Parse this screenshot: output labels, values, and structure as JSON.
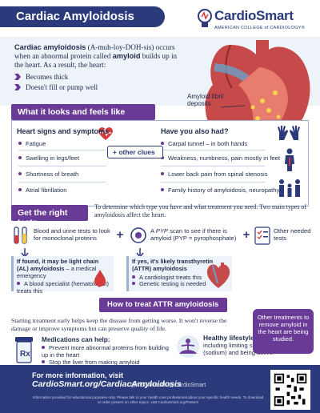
{
  "header": {
    "title": "Cardiac Amyloidosis",
    "brand": "CardioSmart",
    "brand_sub": "AMERICAN COLLEGE of CARDIOLOGY®"
  },
  "intro": {
    "term": "Cardiac amyloidosis",
    "pronunciation": " (A-muh-loy-DOH-sis) occurs when an abnormal protein called ",
    "protein": "amyloid",
    "rest": " builds up in the heart. As a result, the heart:",
    "bullets": [
      "Becomes thick",
      "Doesn't fill or pump well"
    ],
    "heart_label": "Amyloid fibril deposits"
  },
  "section1": {
    "tab": "What it looks and feels like",
    "left_title": "Heart signs and symptoms",
    "left_items": [
      "Fatigue",
      "Swelling in legs/feet",
      "Shortness of breath",
      "Atrial fibrillation"
    ],
    "clues": "+ other clues",
    "right_title": "Have you also had?",
    "right_items": [
      "Carpal tunnel – in both hands",
      "Weakness, numbness, pain mostly in feet",
      "Lower back pain from spinal stenosis",
      "Family history of amyloidosis, neuropathy"
    ]
  },
  "section2": {
    "tab": "Get the right tests",
    "intro": "To determine which type you have and what treatment you need. Two main types of amyloidosis affect the heart.",
    "test1": "Blood and urine tests to look for monoclonal proteins",
    "test2_pre": "A ",
    "test2_pyp": "PYP",
    "test2_rest": " scan to see if there is amyloid (PYP = pyrophosphate)",
    "test3": "Other needed tests",
    "al_head": "If found, it may be light chain (AL) amyloidosis",
    "al_tail": " – a medical emergency",
    "al_bullet": "A blood specialist (hematologist) treats this",
    "attr_head": "If yes, it's likely transthyretin (ATTR) amyloidosis",
    "attr_bullets": [
      "A cardiologist treats this",
      "Genetic testing is needed"
    ]
  },
  "section3": {
    "tab": "How to treat ATTR amyloidosis",
    "text": "Starting treatment early helps keep the disease from getting worse. It won't reverse the damage or improve symptoms but can preserve quality of life.",
    "med_title": "Medications can help:",
    "med_items": [
      "Prevent more abnormal proteins from building up in the heart",
      "Stop the liver from making amyloid"
    ],
    "lifestyle_a": "Healthy lifestyle,",
    "lifestyle_b": "including limiting salt (sodium) and being active.",
    "other_treatments": "Other treatments to remove amyloid in the heart are being studied."
  },
  "footer": {
    "more_info": "For more information, visit ",
    "url": "CardioSmart.org/CardiacAmyloidosis",
    "social": "@ACCinTouch   @CardioSmart",
    "small": "Information provided for educational purposes only. Please talk to your health care professional about your specific health needs. To download or order posters on other topics, visit CardioSmart.org/Posters"
  },
  "colors": {
    "navy": "#2b3a7a",
    "purple": "#6a3b96",
    "red": "#d43b3b",
    "light": "#eef3f9"
  },
  "icons": [
    "bulb-icon",
    "heart-icon",
    "heart-signs-icon",
    "hands-icon",
    "figure-icon",
    "family-icon",
    "test-tube-icon",
    "scan-icon",
    "checklist-icon",
    "blood-drop-icon",
    "heart-small-icon",
    "pill-bottle-icon",
    "meditation-icon",
    "qr-code"
  ]
}
